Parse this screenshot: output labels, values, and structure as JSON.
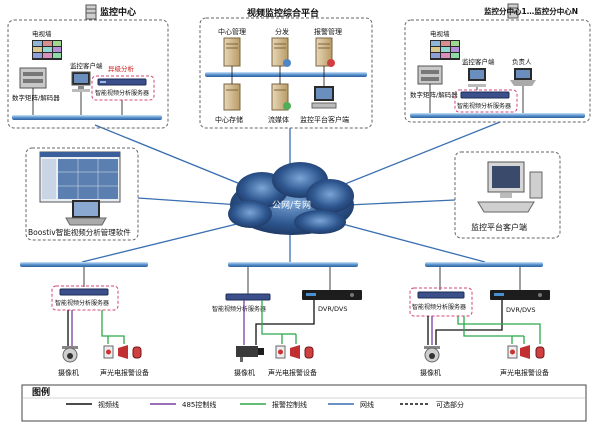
{
  "top_left": {
    "title": "监控中心",
    "tv_wall": "电视墙",
    "client": "监控客户端",
    "alarm_analysis": "异级分析",
    "matrix": "数字矩阵/解码器",
    "server": "智能视频分析服务器"
  },
  "top_center": {
    "title": "视频监控综合平台",
    "center_mgmt": "中心管理",
    "distribution": "分发",
    "alarm_mgmt": "报警管理",
    "center_storage": "中心存储",
    "streaming": "流媒体",
    "platform_client": "监控平台客户端"
  },
  "top_right": {
    "title": "监控分中心1…监控分中心N",
    "tv_wall": "电视墙",
    "client": "监控客户端",
    "person": "负责人",
    "matrix": "数字矩阵/解码器",
    "server": "智能视频分析服务器"
  },
  "left_mid": {
    "software": "Boostiv智能视频分析管理软件"
  },
  "right_mid": {
    "client": "监控平台客户端"
  },
  "cloud": {
    "label": "公网/专网"
  },
  "sites": [
    {
      "server": "智能视频分析服务器",
      "camera": "摄像机",
      "alarm": "声光电报警设备"
    },
    {
      "server": "智能视频分析服务器",
      "dvr": "DVR/DVS",
      "camera": "摄像机",
      "alarm": "声光电报警设备"
    },
    {
      "server": "智能视频分析服务器",
      "dvr": "DVR/DVS",
      "camera": "摄像机",
      "alarm": "声光电报警设备"
    }
  ],
  "legend": {
    "title": "图例",
    "video": "视频线",
    "rs485": "485控制线",
    "alarm": "报警控制线",
    "network": "网线",
    "optional": "可选部分"
  },
  "colors": {
    "video": "#111111",
    "rs485": "#7a3fa0",
    "alarm": "#2ea84a",
    "network": "#3a6fb0",
    "optional_box": "#d0447a",
    "bus": "#4a86c8"
  }
}
